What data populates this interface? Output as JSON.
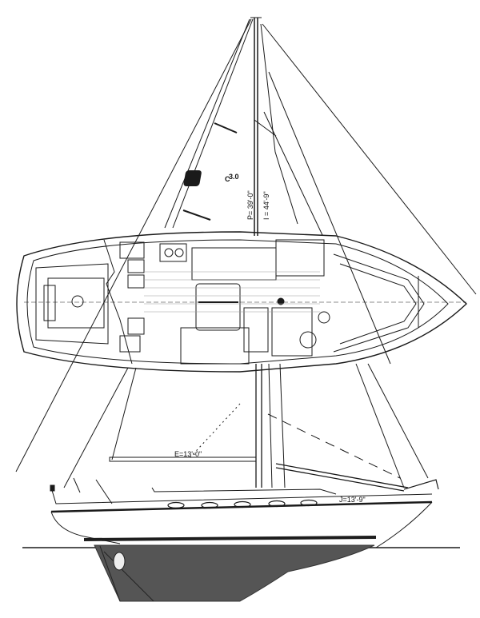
{
  "drawing": {
    "type": "sailboat sail plan and accommodation plan",
    "logo": {
      "mark": "C",
      "model": "3.0"
    },
    "dimensions": {
      "P": "P= 39'-0\"",
      "I": "I = 44'-9\"",
      "E": "E=13'-0\"",
      "J": "J=13'-9\""
    },
    "colors": {
      "line": "#1a1a1a",
      "keel": "#555555",
      "bootstripe": "#1e1e1e",
      "background": "#ffffff"
    }
  }
}
